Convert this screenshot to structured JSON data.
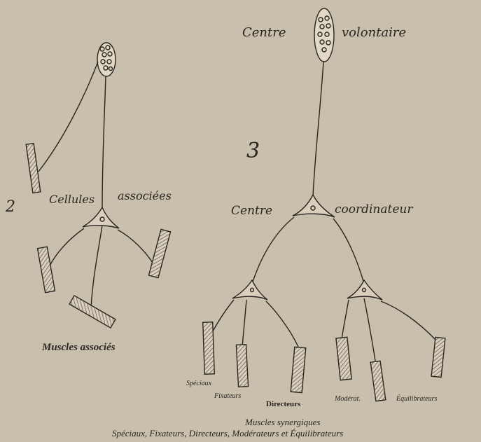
{
  "figure2": {
    "number": "2",
    "label_left": "Cellules",
    "label_right": "associées",
    "caption": "Muscles associés"
  },
  "figure3": {
    "number": "3",
    "top_left": "Centre",
    "top_right": "volontaire",
    "mid_left": "Centre",
    "mid_right": "coordinateur",
    "muscle_labels": {
      "speciaux": "Spéciaux",
      "fixateurs": "Fixateurs",
      "directeurs": "Directeurs",
      "moderateurs": "Modérat.",
      "equilibrateurs": "Équilibrateurs"
    },
    "caption_line1": "Muscles synergiques",
    "caption_line2": "Spéciaux, Fixateurs, Directeurs, Modérateurs et Équilibrateurs"
  }
}
